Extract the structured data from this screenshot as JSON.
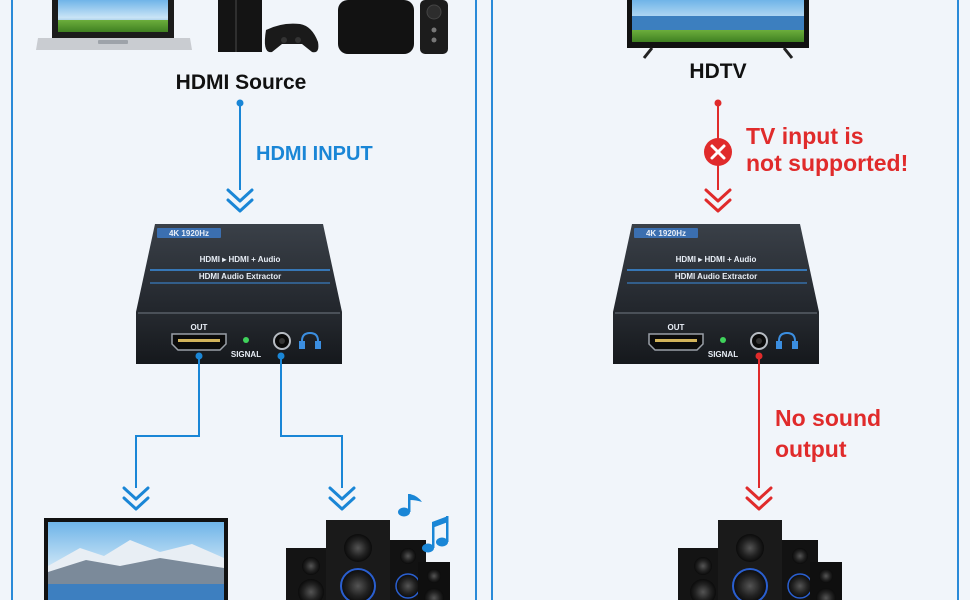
{
  "left_panel": {
    "source_label": "HDMI Source",
    "input_label": "HDMI INPUT"
  },
  "right_panel": {
    "tv_label": "HDTV",
    "warning_line1": "TV input is",
    "warning_line2": "not supported!",
    "nosound_line1": "No sound",
    "nosound_line2": "output"
  },
  "device": {
    "top_badge": "4K 1920Hz",
    "top_line1": "HDMI Audio Extractor",
    "top_line2": "HDMI ▸ HDMI + Audio",
    "port_out_label": "OUT",
    "signal_label": "SIGNAL"
  },
  "colors": {
    "blue": "#1a86d6",
    "red": "#e02b2b",
    "panel_border": "#2a8ad8",
    "background": "#f1f5fa",
    "device_body": "#2c3138"
  },
  "icons": [
    "laptop-icon",
    "game-console-icon",
    "streaming-box-icon",
    "remote-icon",
    "tv-icon",
    "monitor-icon",
    "speaker-icon",
    "music-note-icon",
    "error-x-icon",
    "headphone-icon"
  ]
}
